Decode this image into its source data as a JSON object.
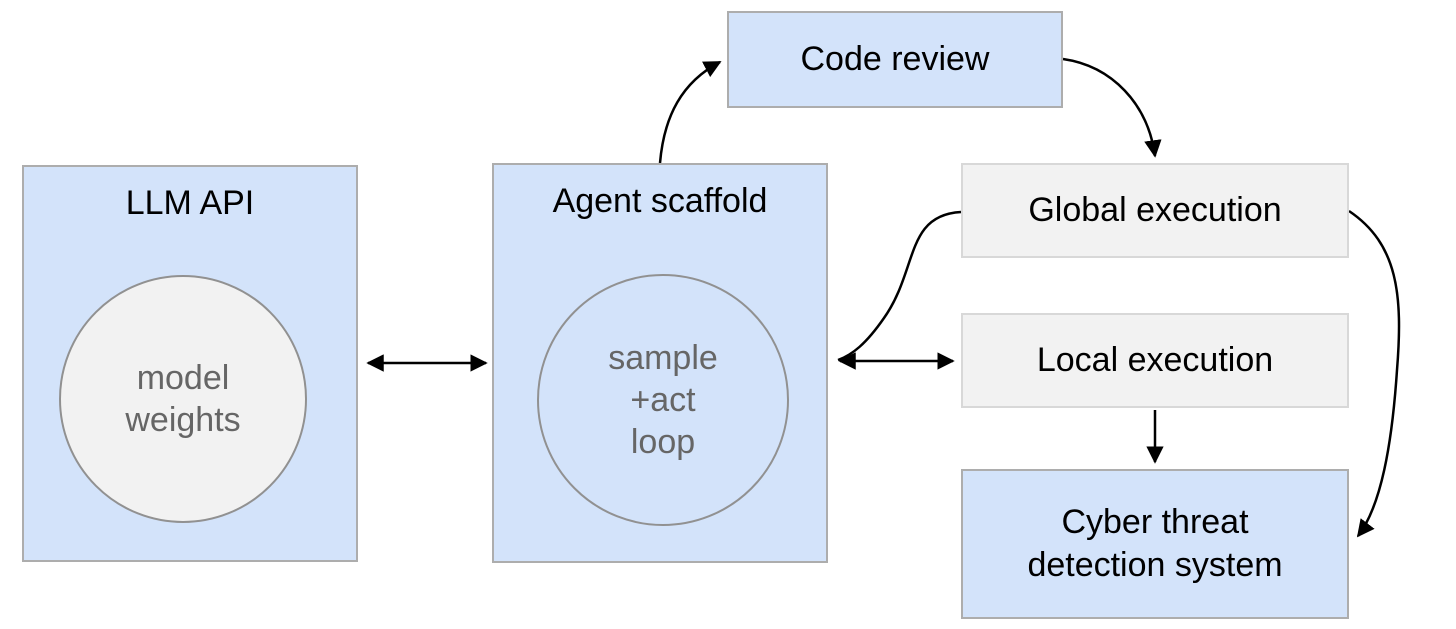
{
  "colors": {
    "background": "#ffffff",
    "node_blue": "#d3e3fa",
    "node_blue_border": "#adadad",
    "node_gray": "#f2f2f2",
    "node_gray_border": "#d8d8d8",
    "circle_border": "#919191",
    "text_primary": "#000000",
    "text_secondary": "#666666",
    "arrow": "#000000"
  },
  "nodes": {
    "llm_api": {
      "label": "LLM API",
      "inner_lines": [
        "model",
        "weights"
      ]
    },
    "agent_scaffold": {
      "label": "Agent scaffold",
      "inner_lines": [
        "sample",
        "+act",
        "loop"
      ]
    },
    "code_review": {
      "label": "Code review"
    },
    "global_execution": {
      "label": "Global execution"
    },
    "local_execution": {
      "label": "Local execution"
    },
    "cyber_threat_detection": {
      "label_lines": [
        "Cyber threat",
        "detection system"
      ]
    }
  },
  "edges": [
    {
      "from": "llm_api",
      "to": "agent_scaffold",
      "direction": "bidirectional"
    },
    {
      "from": "agent_scaffold",
      "to": "local_execution",
      "direction": "bidirectional"
    },
    {
      "from": "global_execution",
      "to": "agent_scaffold",
      "direction": "forward"
    },
    {
      "from": "agent_scaffold",
      "to": "code_review",
      "direction": "forward"
    },
    {
      "from": "code_review",
      "to": "global_execution",
      "direction": "forward"
    },
    {
      "from": "local_execution",
      "to": "cyber_threat_detection",
      "direction": "forward"
    },
    {
      "from": "global_execution",
      "to": "cyber_threat_detection",
      "direction": "forward"
    }
  ]
}
